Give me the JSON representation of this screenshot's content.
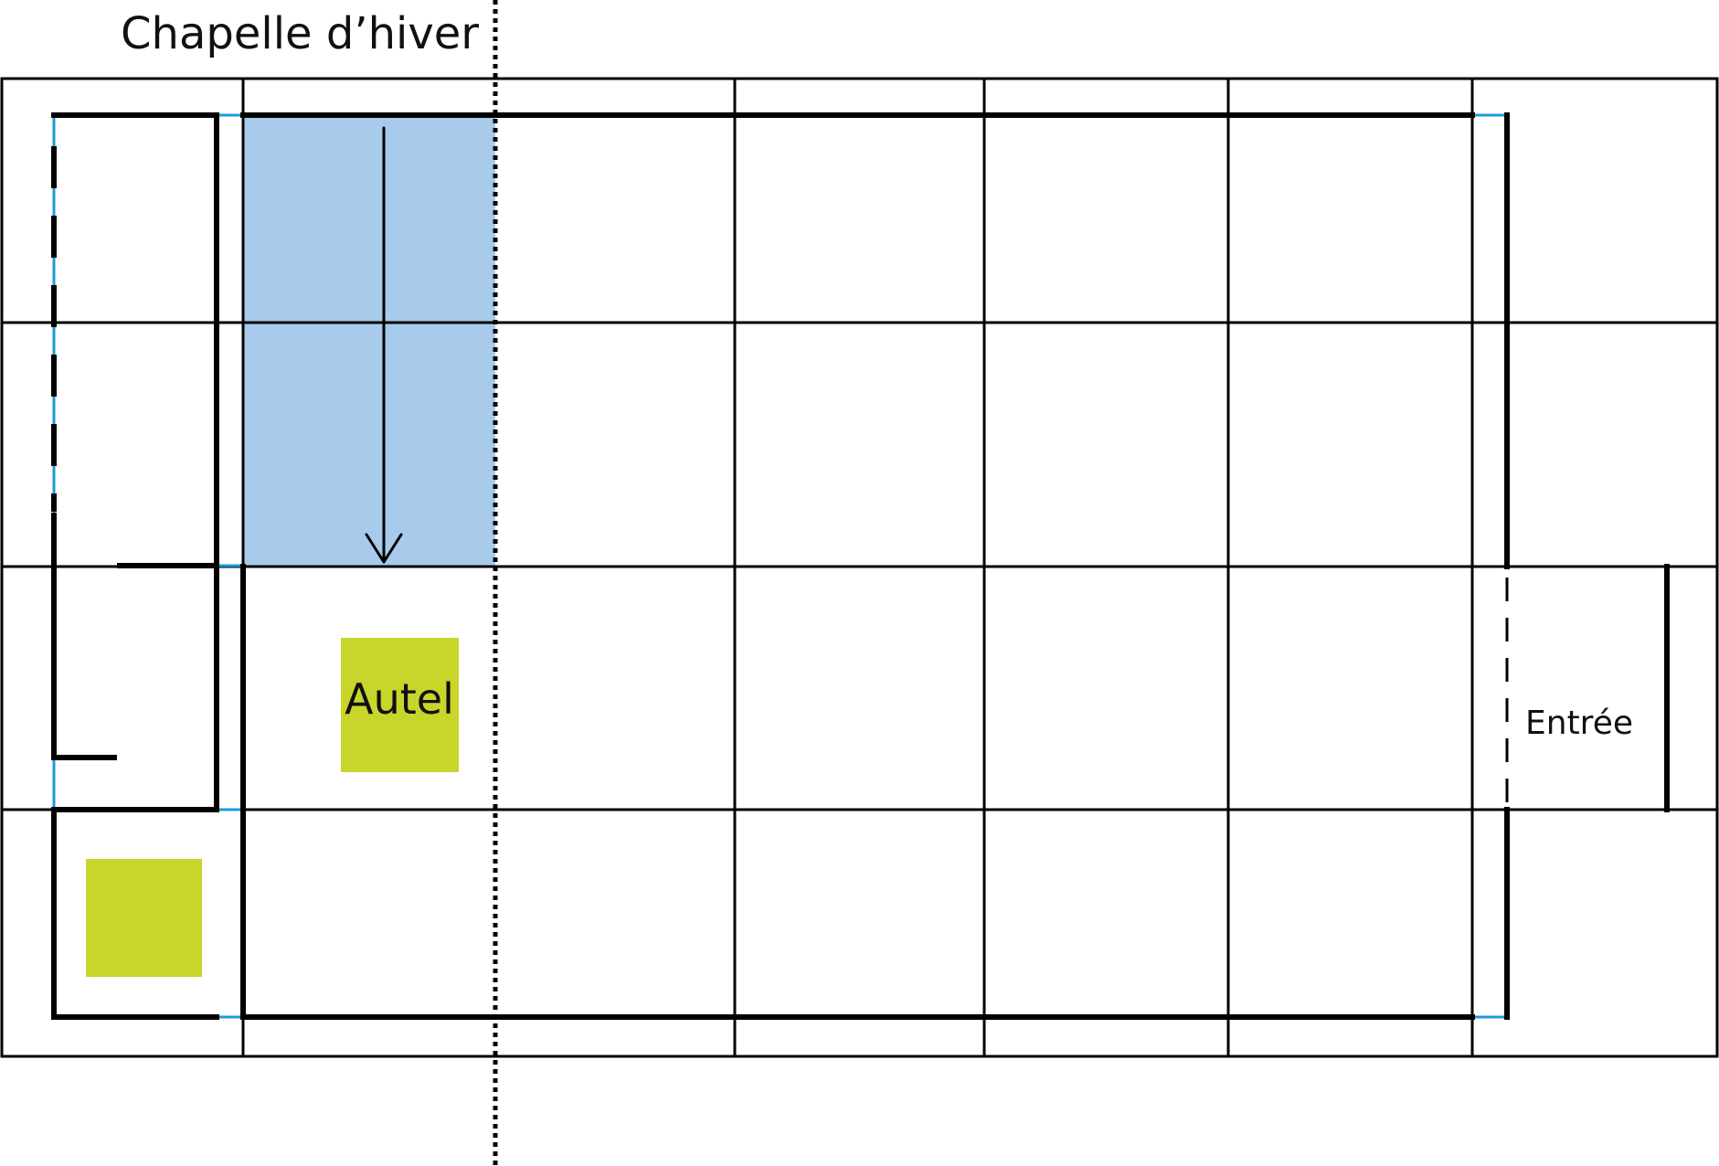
{
  "labels": {
    "winter_chapel": "Chapelle d’hiver",
    "altar": "Autel",
    "entrance": "Entrée"
  },
  "colors": {
    "grid_line": "#000000",
    "wall": "#000000",
    "opening": "#1e9bd7",
    "winter_chapel_zone": "#a8cbeb",
    "altar": "#c8d62b",
    "section_line": "#000000"
  }
}
